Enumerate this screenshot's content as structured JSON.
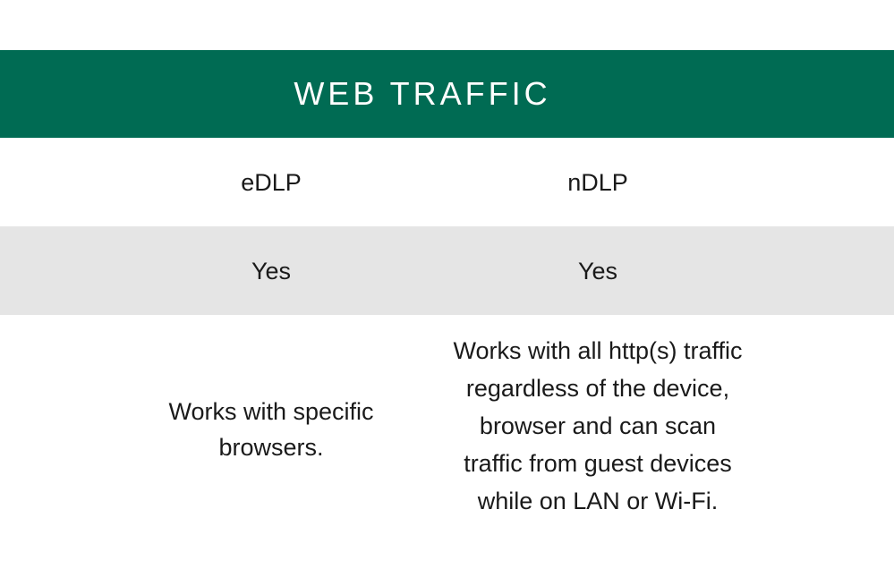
{
  "header": {
    "title": "WEB TRAFFIC",
    "background_color": "#006b53"
  },
  "table": {
    "columns": [
      "eDLP",
      "nDLP"
    ],
    "rows": [
      [
        "Yes",
        "Yes"
      ],
      [
        "Works with specific browsers.",
        "Works with all http(s) traffic regardless of the device, browser and can scan traffic from guest devices while on LAN or Wi-Fi."
      ]
    ],
    "striped_row_color": "#e5e5e5"
  }
}
